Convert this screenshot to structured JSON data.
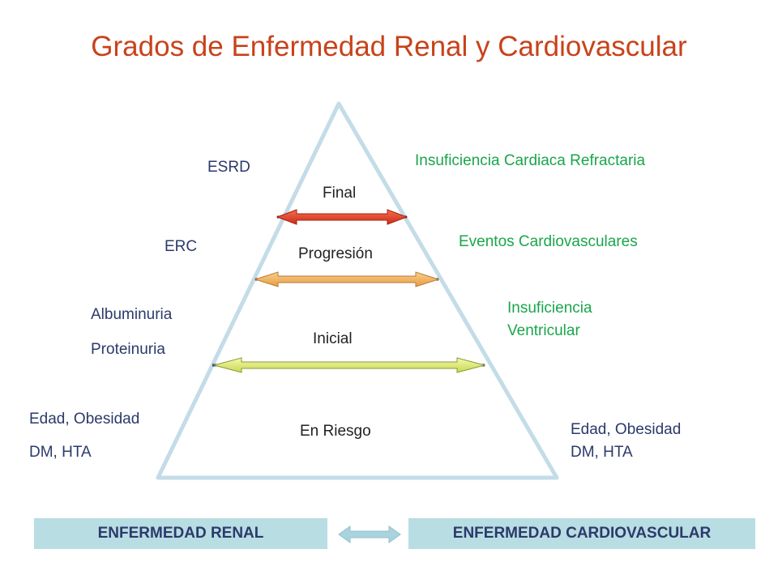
{
  "title": "Grados de Enfermedad Renal y Cardiovascular",
  "stages": [
    "Final",
    "Progresión",
    "Inicial",
    "En Riesgo"
  ],
  "renal": {
    "esrd": "ESRD",
    "erc": "ERC",
    "albuminuria": "Albuminuria",
    "proteinuria": "Proteinuria",
    "risk_line1": "Edad, Obesidad",
    "risk_line2": "DM, HTA"
  },
  "cardio": {
    "refractory": "Insuficiencia Cardiaca Refractaria",
    "events": "Eventos Cardiovasculares",
    "ventricular_line1": "Insuficiencia",
    "ventricular_line2": "Ventricular",
    "risk_line1": "Edad, Obesidad",
    "risk_line2": "DM, HTA"
  },
  "footer": {
    "renal_label": "ENFERMEDAD RENAL",
    "cardio_label": "ENFERMEDAD CARDIOVASCULAR"
  },
  "colors": {
    "title": "#c8421a",
    "navy": "#2b3a6b",
    "green": "#1aa64a",
    "box": "#b8dde2",
    "arrow_top": "#e8402a",
    "arrow_mid": "#f0b060",
    "arrow_low": "#e0ea70"
  }
}
